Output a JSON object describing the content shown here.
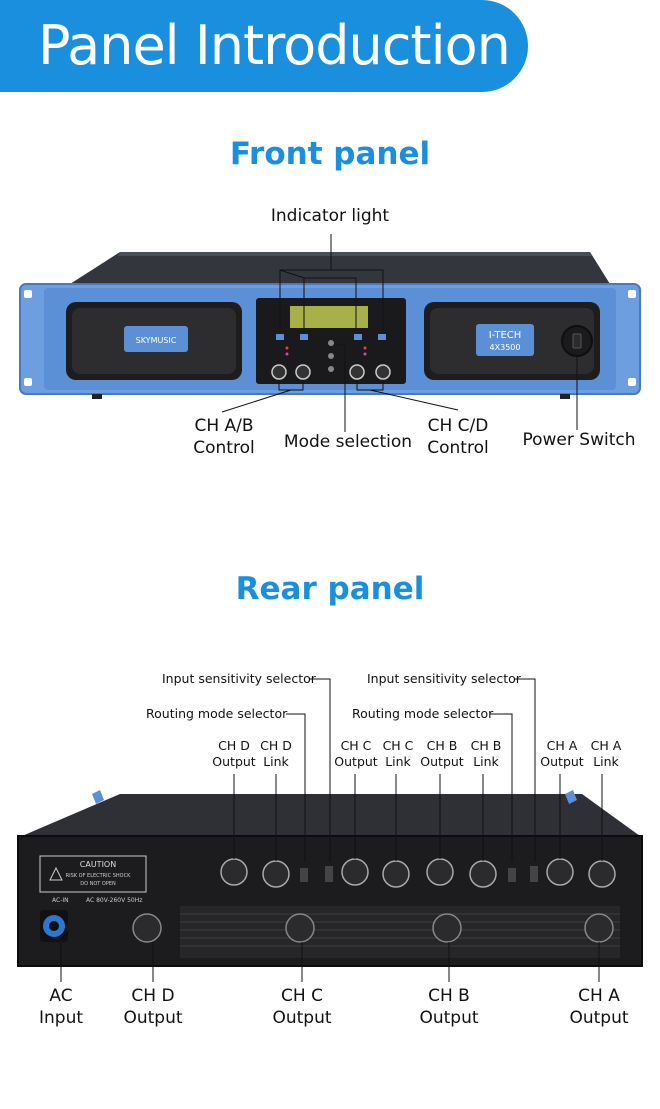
{
  "header": {
    "title": "Panel Introduction"
  },
  "front": {
    "title": "Front panel",
    "indicator_label": "Indicator light",
    "chab_label_1": "CH A/B",
    "chab_label_2": "Control",
    "mode_label": "Mode selection",
    "chcd_label_1": "CH C/D",
    "chcd_label_2": "Control",
    "power_label": "Power Switch",
    "brand_text": "I-TECH",
    "model_text": "4X3500",
    "logo_text": "SKYMUSIC"
  },
  "rear": {
    "title": "Rear panel",
    "top_labels": {
      "sens_left": "Input sensitivity selector",
      "sens_right": "Input sensitivity selector",
      "route_left": "Routing mode selector",
      "route_right": "Routing mode selector"
    },
    "channel_labels": [
      {
        "line1": "CH D",
        "line2": "Output"
      },
      {
        "line1": "CH D",
        "line2": "Link"
      },
      {
        "line1": "CH C",
        "line2": "Output"
      },
      {
        "line1": "CH C",
        "line2": "Link"
      },
      {
        "line1": "CH B",
        "line2": "Output"
      },
      {
        "line1": "CH B",
        "line2": "Link"
      },
      {
        "line1": "CH A",
        "line2": "Output"
      },
      {
        "line1": "CH A",
        "line2": "Link"
      }
    ],
    "bottom_labels": [
      {
        "line1": "AC",
        "line2": "Input"
      },
      {
        "line1": "CH D",
        "line2": "Output"
      },
      {
        "line1": "CH C",
        "line2": "Output"
      },
      {
        "line1": "CH B",
        "line2": "Output"
      },
      {
        "line1": "CH A",
        "line2": "Output"
      }
    ],
    "caution_title": "CAUTION",
    "caution_line1": "RISK OF ELECTRIC SHOCK",
    "caution_line2": "DO NOT OPEN",
    "acin_text": "AC-IN",
    "voltage_text": "AC  80V-260V  50Hz"
  },
  "colors": {
    "accent": "#1a8fde",
    "panel_blue": "#5b8fd6",
    "chassis": "#2a2a2c"
  }
}
